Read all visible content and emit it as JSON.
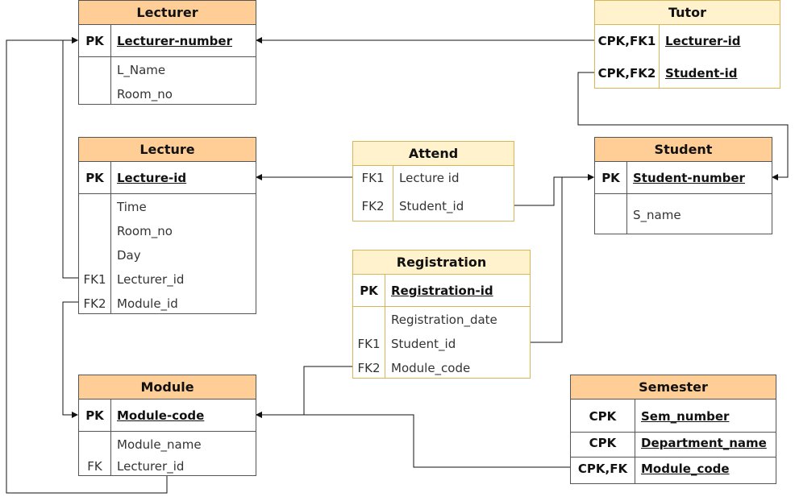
{
  "entities": {
    "lecturer": {
      "title": "Lecturer",
      "pk_key": "PK",
      "pk_name": "Lecturer-number",
      "attrs": [
        "L_Name",
        "Room_no"
      ]
    },
    "tutor": {
      "title": "Tutor",
      "rows": [
        {
          "key": "CPK,FK1",
          "name": "Lecturer-id"
        },
        {
          "key": "CPK,FK2",
          "name": "Student-id"
        }
      ]
    },
    "lecture": {
      "title": "Lecture",
      "pk_key": "PK",
      "pk_name": "Lecture-id",
      "attrs": [
        {
          "key": "",
          "name": "Time"
        },
        {
          "key": "",
          "name": "Room_no"
        },
        {
          "key": "",
          "name": "Day"
        },
        {
          "key": "FK1",
          "name": "Lecturer_id"
        },
        {
          "key": "FK2",
          "name": "Module_id"
        }
      ]
    },
    "attend": {
      "title": "Attend",
      "rows": [
        {
          "key": "FK1",
          "name": "Lecture id"
        },
        {
          "key": "FK2",
          "name": "Student_id"
        }
      ]
    },
    "student": {
      "title": "Student",
      "pk_key": "PK",
      "pk_name": "Student-number",
      "attrs": [
        "S_name"
      ]
    },
    "registration": {
      "title": "Registration",
      "pk_key": "PK",
      "pk_name": "Registration-id",
      "attrs": [
        {
          "key": "",
          "name": "Registration_date"
        },
        {
          "key": "FK1",
          "name": "Student_id"
        },
        {
          "key": "FK2",
          "name": "Module_code"
        }
      ]
    },
    "module": {
      "title": "Module",
      "pk_key": "PK",
      "pk_name": "Module-code",
      "attrs": [
        {
          "key": "",
          "name": "Module_name"
        },
        {
          "key": "FK",
          "name": "Lecturer_id"
        }
      ]
    },
    "semester": {
      "title": "Semester",
      "rows": [
        {
          "key": "CPK",
          "name": "Sem_number"
        },
        {
          "key": "CPK",
          "name": "Department_name"
        },
        {
          "key": "CPK,FK",
          "name": "Module_code"
        }
      ]
    }
  },
  "colors": {
    "header_orange": "#ffcd96",
    "header_yellow": "#fff2cc",
    "border": "#555555",
    "border_yellow": "#d6b656"
  }
}
